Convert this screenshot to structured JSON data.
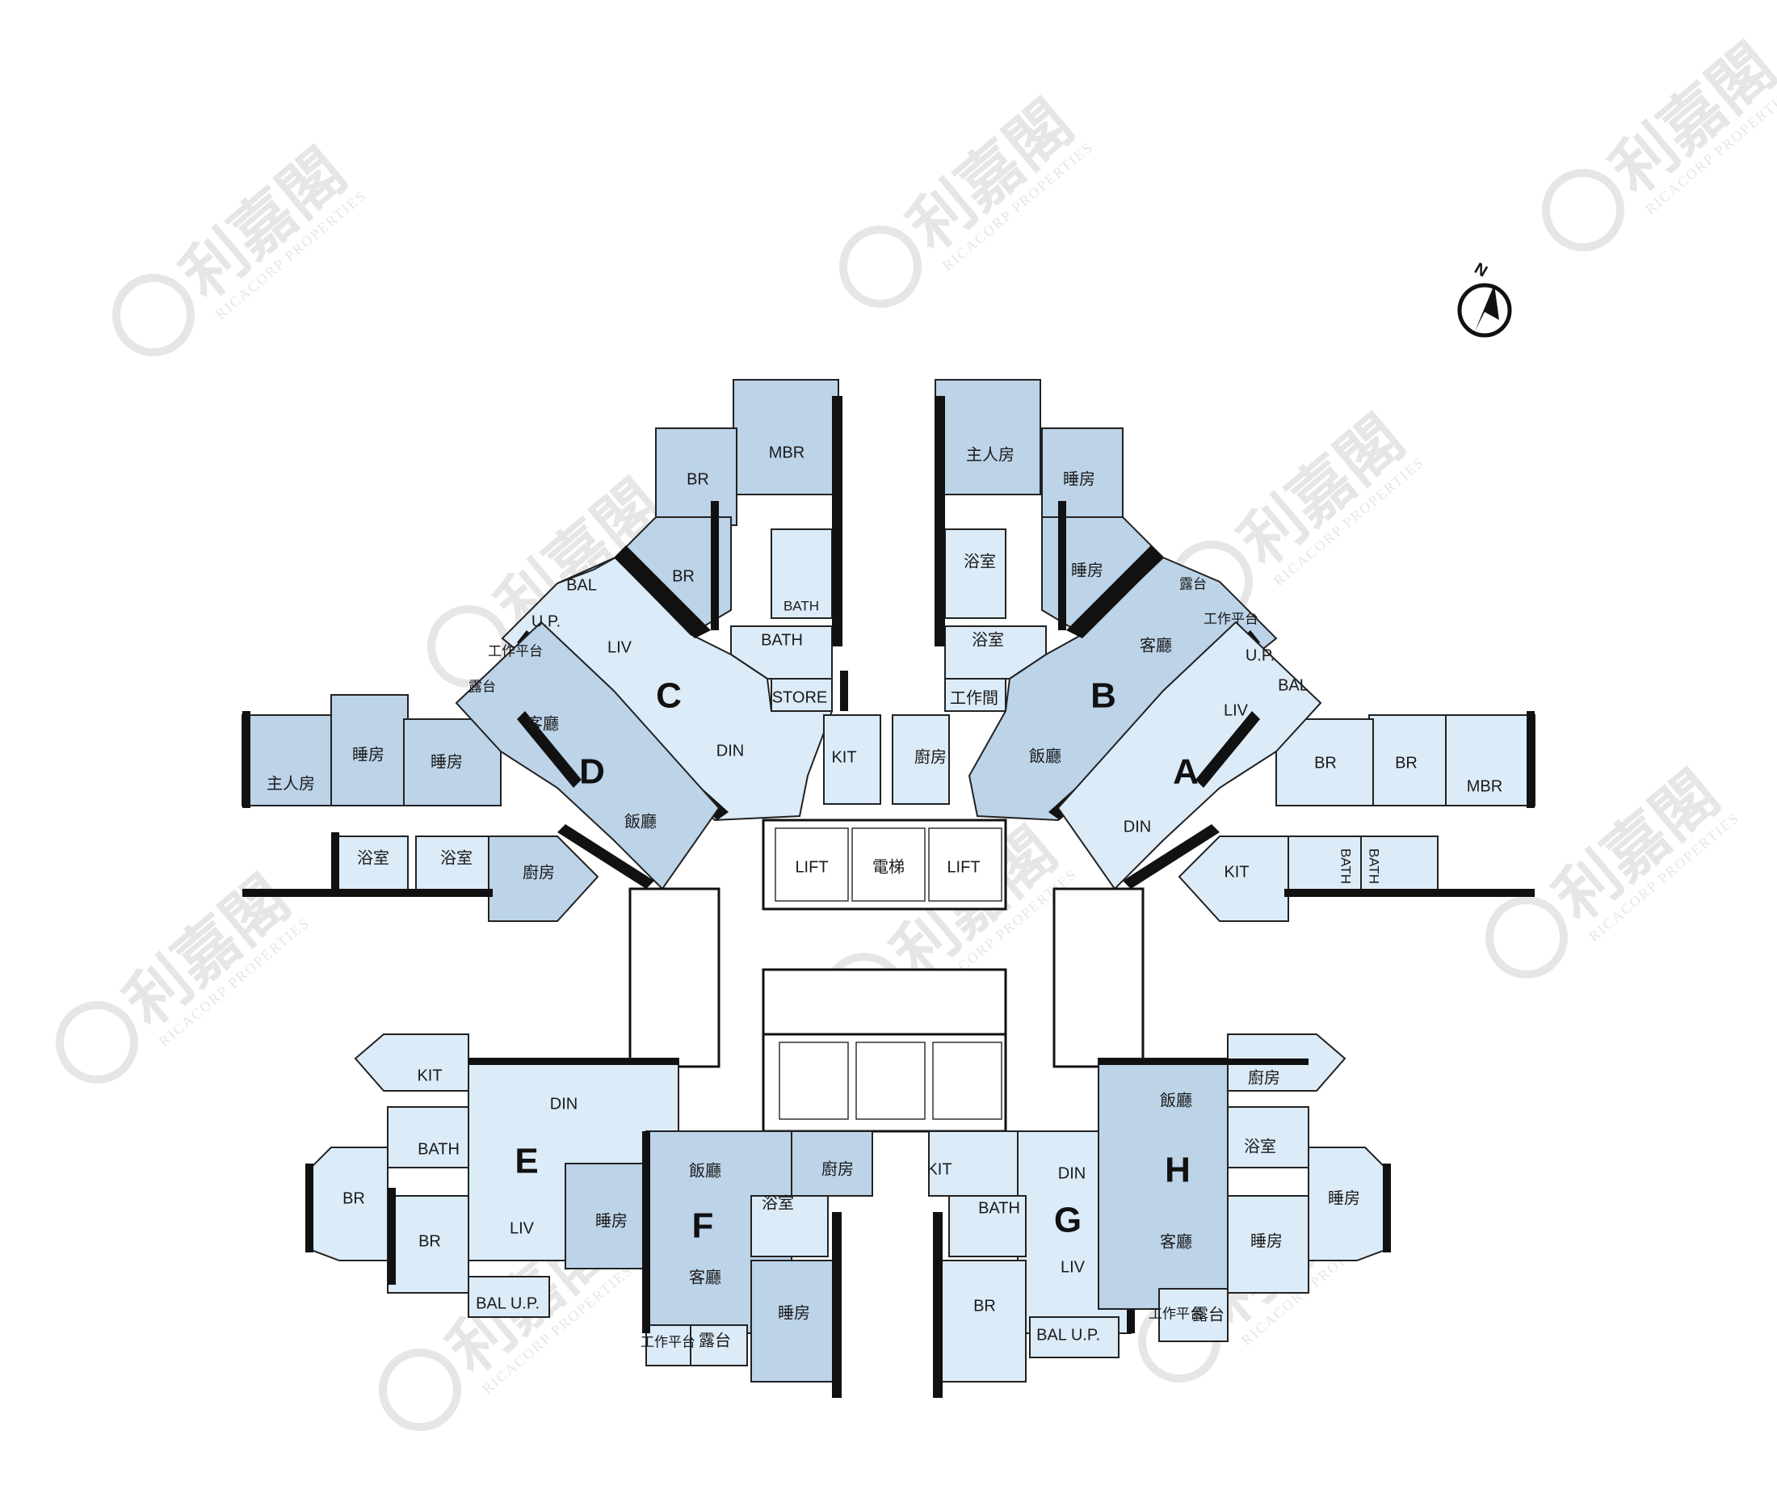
{
  "watermark": {
    "brand_cn": "利嘉閣",
    "brand_en": "RICACORP PROPERTIES"
  },
  "compass": {
    "label": "N",
    "icon": "north-arrow-icon"
  },
  "units": {
    "A": {
      "label": "A",
      "rooms": [
        "MBR",
        "BR",
        "BR",
        "LIV",
        "DIN",
        "KIT",
        "BAL",
        "U.P.",
        "BATH",
        "BATH"
      ]
    },
    "B": {
      "label": "B",
      "rooms": [
        "主人房",
        "睡房",
        "睡房",
        "浴室",
        "浴室",
        "客廳",
        "飯廳",
        "工作間",
        "廚房",
        "露台",
        "工作平台"
      ]
    },
    "C": {
      "label": "C",
      "rooms": [
        "MBR",
        "BR",
        "BR",
        "BATH",
        "BATH",
        "LIV",
        "DIN",
        "STORE",
        "KIT",
        "BAL",
        "U.P."
      ]
    },
    "D": {
      "label": "D",
      "rooms": [
        "主人房",
        "睡房",
        "睡房",
        "浴室",
        "浴室",
        "客廳",
        "飯廳",
        "廚房",
        "露台",
        "工作平台"
      ]
    },
    "E": {
      "label": "E",
      "rooms": [
        "KIT",
        "DIN",
        "BATH",
        "BR",
        "BR",
        "LIV",
        "BAL",
        "U.P."
      ]
    },
    "F": {
      "label": "F",
      "rooms": [
        "飯廳",
        "廚房",
        "浴室",
        "睡房",
        "客廳",
        "睡房",
        "工作平台",
        "露台"
      ]
    },
    "G": {
      "label": "G",
      "rooms": [
        "KIT",
        "DIN",
        "BATH",
        "BR",
        "LIV",
        "BAL",
        "U.P."
      ]
    },
    "H": {
      "label": "H",
      "rooms": [
        "廚房",
        "飯廳",
        "浴室",
        "睡房",
        "客廳",
        "睡房",
        "工作平台",
        "露台"
      ]
    }
  },
  "core": {
    "lift_left": "LIFT",
    "lift_mid": "電梯",
    "lift_right": "LIFT"
  },
  "colors": {
    "room_dark": "#bcd3e8",
    "room_light": "#dcebf8",
    "wall": "#111111",
    "watermark": "#e6e6e6"
  }
}
